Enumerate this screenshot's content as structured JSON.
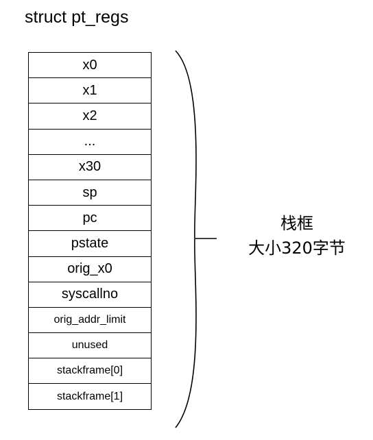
{
  "title": "struct pt_regs",
  "registers": [
    {
      "label": "x0"
    },
    {
      "label": "x1"
    },
    {
      "label": "x2"
    },
    {
      "label": "..."
    },
    {
      "label": "x30"
    },
    {
      "label": "sp"
    },
    {
      "label": "pc"
    },
    {
      "label": "pstate"
    },
    {
      "label": "orig_x0"
    },
    {
      "label": "syscallno"
    },
    {
      "label": "orig_addr_limit"
    },
    {
      "label": "unused"
    },
    {
      "label": "stackframe[0]"
    },
    {
      "label": "stackframe[1]"
    }
  ],
  "annotation": {
    "line1": "栈框",
    "line2": "大小320字节"
  }
}
